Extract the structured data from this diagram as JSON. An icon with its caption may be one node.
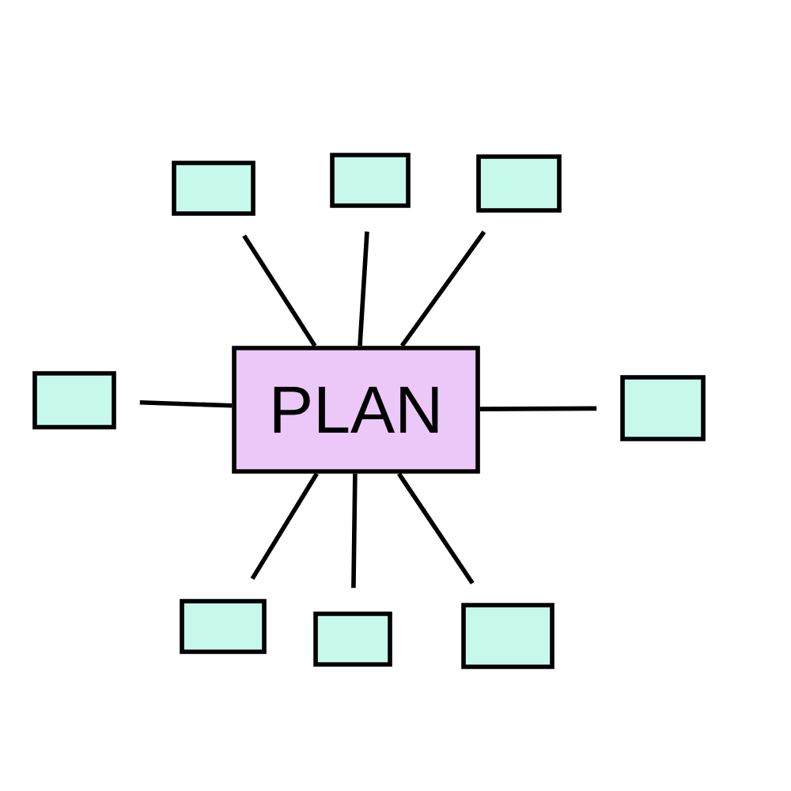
{
  "diagram": {
    "nodes": [
      {
        "text": [
          "PLAN"
        ]
      },
      {
        "text": [],
        "shape": "box"
      },
      {
        "text": [],
        "shape": "box"
      },
      {
        "text": [],
        "shape": "box"
      },
      {
        "text": [],
        "shape": "box"
      },
      {
        "text": [],
        "shape": "box"
      },
      {
        "text": [],
        "shape": "box"
      },
      {
        "text": [],
        "shape": "box"
      },
      {
        "text": [],
        "shape": "box"
      }
    ],
    "edges": [
      {
        "from": 0,
        "to": 1,
        "arrow": "none"
      },
      {
        "from": 0,
        "to": 2,
        "arrow": "none"
      },
      {
        "from": 0,
        "to": 3,
        "arrow": "none"
      },
      {
        "from": 0,
        "to": 4,
        "arrow": "none"
      },
      {
        "from": 0,
        "to": 5,
        "arrow": "none"
      },
      {
        "from": 0,
        "to": 6,
        "arrow": "none"
      },
      {
        "from": 0,
        "to": 7,
        "arrow": "none"
      },
      {
        "from": 0,
        "to": 8,
        "arrow": "none"
      }
    ]
  }
}
